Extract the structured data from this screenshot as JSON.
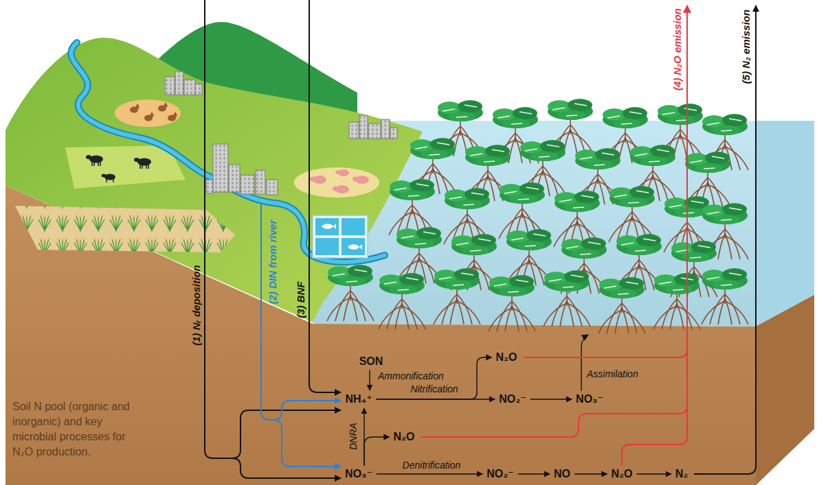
{
  "diagram": {
    "nodes": [
      {
        "text": [
          "SON"
        ]
      },
      {
        "text": [
          "NH₄⁺"
        ]
      },
      {
        "text": [
          "NO₂⁻"
        ]
      },
      {
        "text": [
          "NO₃⁻"
        ]
      },
      {
        "text": [
          "N₂O"
        ]
      },
      {
        "text": [
          "N₂O"
        ]
      },
      {
        "text": [
          "NO₃⁻"
        ]
      },
      {
        "text": [
          "NO₂⁻"
        ]
      },
      {
        "text": [
          "NO"
        ]
      },
      {
        "text": [
          "N₂O"
        ]
      },
      {
        "text": [
          "N₂"
        ]
      }
    ],
    "edges": [
      {
        "from": 0,
        "to": 1,
        "label": "Ammonification",
        "arrow": "to"
      },
      {
        "from": 1,
        "to": 2,
        "label": "Nitrification",
        "arrow": "to"
      },
      {
        "from": 1,
        "to": 4,
        "arrow": "to"
      },
      {
        "from": 2,
        "to": 3,
        "arrow": "to"
      },
      {
        "from": 6,
        "to": 1,
        "label": "DNRA",
        "arrow": "to"
      },
      {
        "from": 6,
        "to": 5,
        "arrow": "to"
      },
      {
        "from": 6,
        "to": 7,
        "label": "Denitrification",
        "arrow": "to"
      },
      {
        "from": 7,
        "to": 8,
        "arrow": "to"
      },
      {
        "from": 8,
        "to": 9,
        "arrow": "to"
      },
      {
        "from": 9,
        "to": 10,
        "arrow": "to"
      }
    ],
    "labels": [
      "(1) Nᵣ deposition",
      "(2) DIN from river",
      "(3) BNF",
      "(4) N₂O emission",
      "(5) N₂ emission",
      "Soil N pool (organic and inorganic) and key microbial processes for N₂O production.",
      "Assimilation"
    ]
  }
}
